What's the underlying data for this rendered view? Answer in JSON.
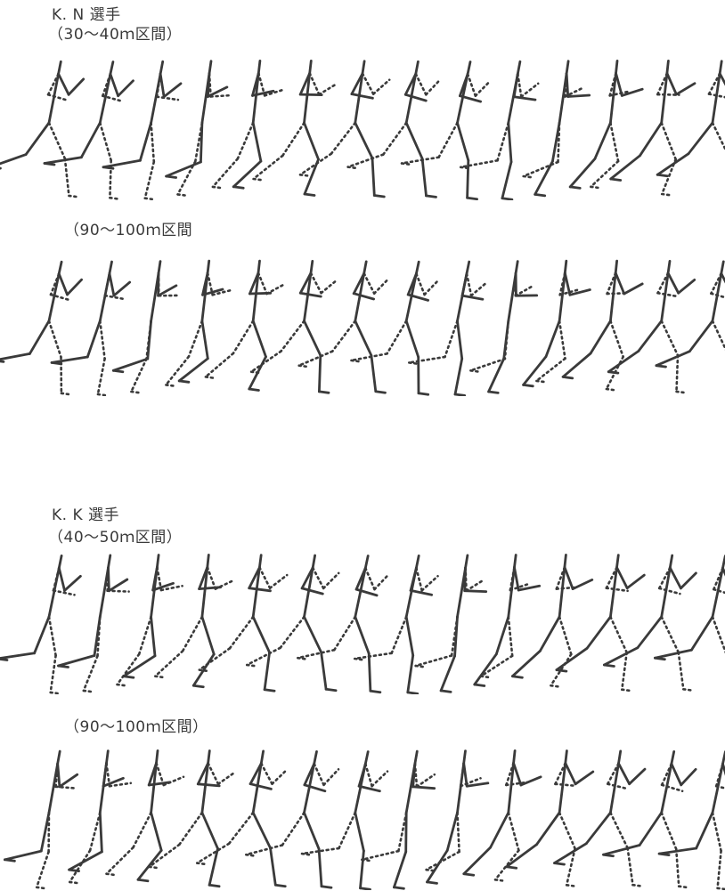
{
  "athlete_kn": {
    "name": "K. N 選手",
    "section_1": "（30～40ｍ区間）",
    "section_2": "（90～100ｍ区間"
  },
  "athlete_kk": {
    "name": "K. K 選手",
    "section_1": "（40～50ｍ区間）",
    "section_2": "（90～100ｍ区間）"
  },
  "colors": {
    "ink": "#3a3a3a",
    "background": "#ffffff"
  }
}
